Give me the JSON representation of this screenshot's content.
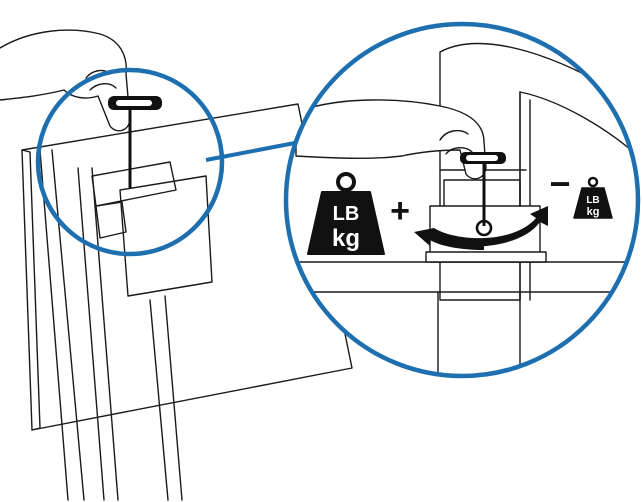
{
  "colors": {
    "callout_ring": "#1d6fb0",
    "ink": "#1a1a1a",
    "weight_fill": "#111111",
    "arrow_fill": "#111111",
    "background": "#ffffff"
  },
  "icons": {
    "heavy_weight": "weight-heavy-icon",
    "light_weight": "weight-light-icon",
    "adjust_arrow": "rotate-adjust-arrow-icon",
    "tool": "hex-key-icon"
  },
  "weights": {
    "heavy": {
      "line1": "LB",
      "line2": "kg"
    },
    "light": {
      "line1": "LB",
      "line2": "kg"
    }
  },
  "signs": {
    "plus": "+",
    "minus": "−"
  }
}
